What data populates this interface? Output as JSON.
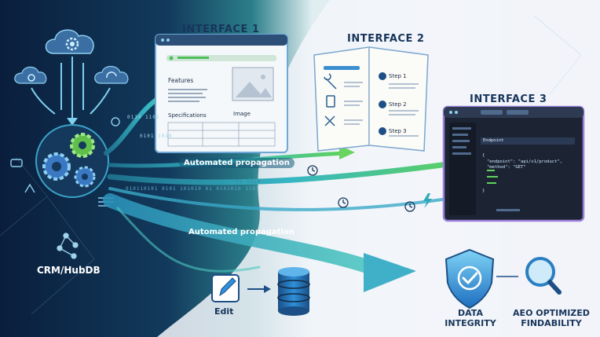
{
  "interfaces": {
    "interface_1": {
      "title": "INTERFACE 1",
      "features": "Features",
      "image": "Image",
      "specifications": "Specifications"
    },
    "interface_2": {
      "title": "INTERFACE 2",
      "step_1": "Step 1",
      "step_2": "Step 2",
      "step_3": "Step 3"
    },
    "interface_3": {
      "title": "INTERFACE 3",
      "endpoint": "Endpoint",
      "code_open": "{",
      "code_line1": "\"endpoint\": \"api/v1/product\",",
      "code_line2": "\"method\": \"GET\"",
      "code_close": "}"
    }
  },
  "source": {
    "label": "CRM/HubDB"
  },
  "flow": {
    "propagation_top": "Automated propagation",
    "propagation_main": "Automated propagation",
    "binary_1": "0110 1101",
    "binary_2": "0101 1010",
    "binary_3": "01 1010",
    "binary_stream": "010110101   0101 101010   01 0101010 1101"
  },
  "bottom": {
    "edit_label": "Edit",
    "data_integrity_line1": "DATA",
    "data_integrity_line2": "INTEGRITY",
    "aeo_line1": "AEO OPTIMIZED",
    "aeo_line2": "FINDABILITY"
  },
  "colors": {
    "navy": "#0a1e3c",
    "teal": "#2aa9b8",
    "green": "#5fd35a",
    "shield_blue": "#2f8fd8",
    "magnifier": "#2a7fc2"
  },
  "icons": [
    "cloud-gear-icon",
    "cloud-icon",
    "cloud-sync-icon",
    "gear-cluster-icon",
    "network-icon",
    "clock-icon",
    "lightning-icon",
    "pencil-icon",
    "database-icon",
    "shield-check-icon",
    "magnifier-icon",
    "wrench-icon",
    "document-icon",
    "tools-icon"
  ]
}
